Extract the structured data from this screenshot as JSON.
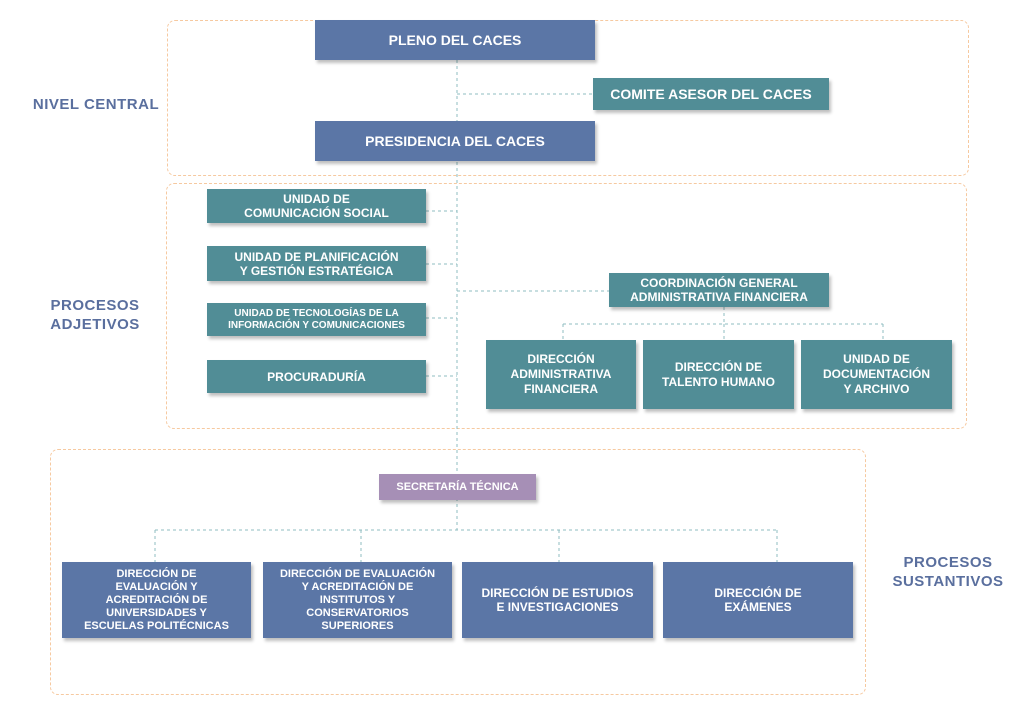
{
  "diagram": {
    "levels": {
      "central": "NIVEL CENTRAL",
      "adjetivos": "PROCESOS\nADJETIVOS",
      "sustantivos": "PROCESOS\nSUSTANTIVOS"
    },
    "nodes": {
      "pleno": "PLENO DEL CACES",
      "comite": "COMITE ASESOR DEL CACES",
      "presidencia": "PRESIDENCIA DEL CACES",
      "comunicacion": "UNIDAD DE\nCOMUNICACIÓN SOCIAL",
      "planificacion": "UNIDAD DE PLANIFICACIÓN\nY GESTIÓN ESTRATÉGICA",
      "tecnologias": "UNIDAD DE TECNOLOGÍAS DE LA\nINFORMACIÓN Y COMUNICACIONES",
      "procuraduria": "PROCURADURÍA",
      "coordinacion": "COORDINACIÓN GENERAL\nADMINISTRATIVA FINANCIERA",
      "dir_administrativa": "DIRECCIÓN\nADMINISTRATIVA\nFINANCIERA",
      "dir_talento": "DIRECCIÓN DE\nTALENTO HUMANO",
      "unidad_documentacion": "UNIDAD DE\nDOCUMENTACIÓN\nY ARCHIVO",
      "secretaria": "SECRETARÍA TÉCNICA",
      "dir_universidades": "DIRECCIÓN DE\nEVALUACIÓN Y\nACREDITACIÓN DE\nUNIVERSIDADES Y\nESCUELAS POLITÉCNICAS",
      "dir_institutos": "DIRECCIÓN DE EVALUACIÓN\nY ACREDITACIÓN DE\nINSTITUTOS Y\nCONSERVATORIOS\nSUPERIORES",
      "dir_estudios": "DIRECCIÓN DE ESTUDIOS\nE INVESTIGACIONES",
      "dir_examenes": "DIRECCIÓN DE\nEXÁMENES"
    },
    "colors": {
      "blue": "#5b76a6",
      "teal": "#518d96",
      "purple": "#a68fb6",
      "label": "#5a6f9e",
      "region_border": "#f6c9a0",
      "connector": "#8fbcc0"
    }
  }
}
